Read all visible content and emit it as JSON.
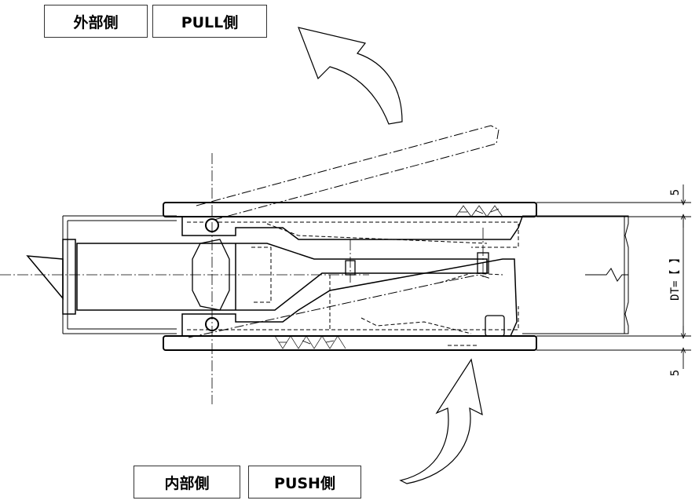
{
  "labels": {
    "outer_side": "外部側",
    "pull_side": "PULL側",
    "inner_side": "内部側",
    "push_side": "PUSH側"
  },
  "dimensions": {
    "top_gap": "5",
    "bottom_gap": "5",
    "dt": "DT=【 】"
  }
}
